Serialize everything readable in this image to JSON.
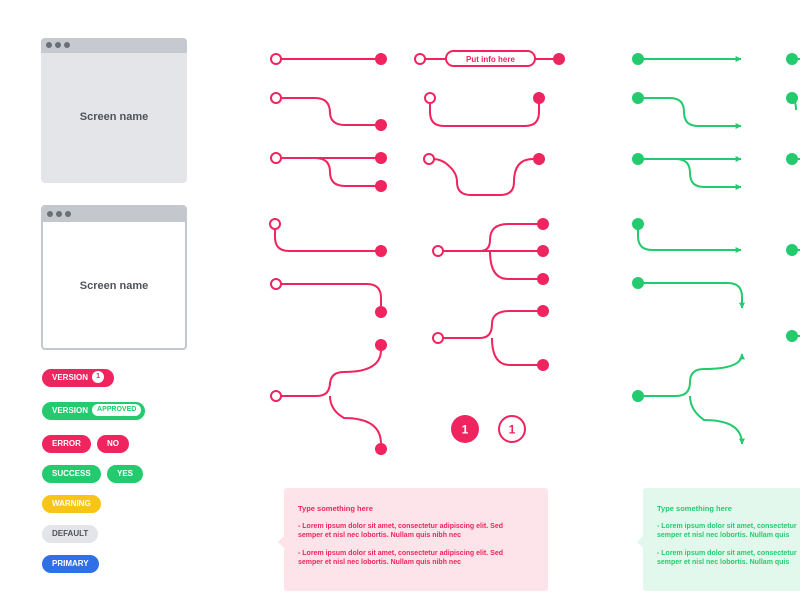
{
  "palette": {
    "pink": "#f0245e",
    "green": "#23cb6e",
    "yellow": "#f7c417",
    "blue": "#2f6fe8",
    "gray": "#e3e5e8"
  },
  "windows": [
    {
      "title": "Screen name",
      "style": "filled"
    },
    {
      "title": "Screen name",
      "style": "outlined"
    }
  ],
  "badges": {
    "version": {
      "label": "VERSION",
      "count": "1"
    },
    "version_approved": {
      "label": "VERSION",
      "status": "APPROVED"
    },
    "error": {
      "label": "ERROR",
      "secondary": "NO"
    },
    "success": {
      "label": "SUCCESS",
      "secondary": "YES"
    },
    "warning": {
      "label": "WARNING"
    },
    "default": {
      "label": "DEFAULT"
    },
    "primary": {
      "label": "PRIMARY"
    }
  },
  "connectors": {
    "info_pill_label": "Put info here",
    "step_filled": "1",
    "step_outline": "1"
  },
  "notes": [
    {
      "title": "Type something here",
      "items": [
        [
          "- Lorem ipsum dolor sit amet, consectetur adipiscing elit. Sed",
          "semper et nisl nec lobortis. Nullam quis nibh nec"
        ],
        [
          "- Lorem ipsum dolor sit amet, consectetur adipiscing elit. Sed",
          "semper et nisl nec lobortis. Nullam quis nibh nec"
        ]
      ]
    },
    {
      "title": "Type something here",
      "items": [
        [
          "- Lorem ipsum dolor sit amet, consectetur",
          "semper et nisl nec lobortis. Nullam quis"
        ],
        [
          "- Lorem ipsum dolor sit amet, consectetur",
          "semper et nisl nec lobortis. Nullam quis"
        ]
      ]
    }
  ]
}
